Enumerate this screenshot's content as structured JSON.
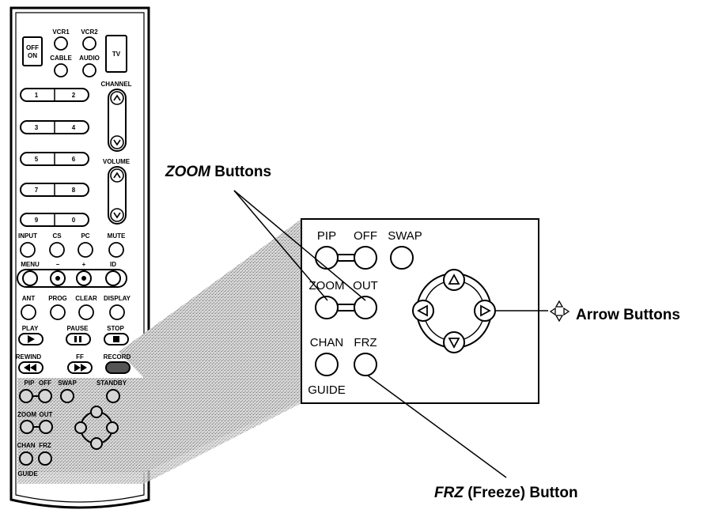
{
  "remote": {
    "power_label_1": "OFF",
    "power_label_2": "ON",
    "vcr1": "VCR1",
    "vcr2": "VCR2",
    "cable": "CABLE",
    "audio": "AUDIO",
    "tv": "TV",
    "channel": "CHANNEL",
    "volume": "VOLUME",
    "digits": [
      "1",
      "2",
      "3",
      "4",
      "5",
      "6",
      "7",
      "8",
      "9",
      "0"
    ],
    "input": "INPUT",
    "cs": "CS",
    "pc": "PC",
    "mute": "MUTE",
    "menu": "MENU",
    "minus": "−",
    "plus": "+",
    "id": "ID",
    "ant": "ANT",
    "prog": "PROG",
    "clear": "CLEAR",
    "display": "DISPLAY",
    "play": "PLAY",
    "pause": "PAUSE",
    "stop": "STOP",
    "rewind": "REWIND",
    "ff": "FF",
    "record": "RECORD",
    "pip": "PIP",
    "off": "OFF",
    "swap": "SWAP",
    "standby": "STANDBY",
    "zoom": "ZOOM",
    "out": "OUT",
    "chan": "CHAN",
    "frz": "FRZ",
    "guide": "GUIDE"
  },
  "panel": {
    "pip": "PIP",
    "off": "OFF",
    "swap": "SWAP",
    "zoom": "ZOOM",
    "out": "OUT",
    "chan": "CHAN",
    "frz": "FRZ",
    "guide": "GUIDE"
  },
  "callouts": {
    "zoom_italic": "ZOOM",
    "zoom_rest": " Buttons",
    "arrow": "Arrow Buttons",
    "frz_italic": "FRZ",
    "frz_rest": " (Freeze) Button"
  }
}
